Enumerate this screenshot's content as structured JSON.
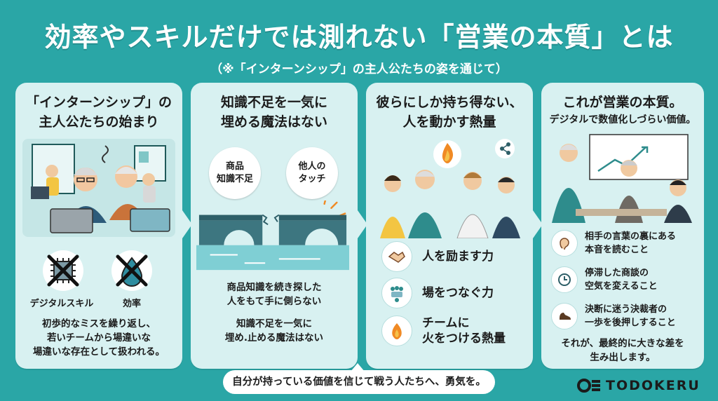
{
  "title": "効率やスキルだけでは測れない「営業の本質」とは",
  "subtitle": "（※「インターンシップ」の主人公たちの姿を通じて）",
  "panels": [
    {
      "title_line1": "「インターンシップ」の",
      "title_line2": "主人公たちの始まり",
      "icons": [
        {
          "label": "デジタルスキル",
          "icon": "chip-crossed-icon"
        },
        {
          "label": "効率",
          "icon": "drop-crossed-icon"
        }
      ],
      "text": [
        "初歩的なミスを繰り返し、",
        "若いチームから場違いな",
        "場違いな存在として扱われる。"
      ]
    },
    {
      "title_line1": "知識不足を一気に",
      "title_line2": "埋める魔法はない",
      "bubble_left": [
        "商品",
        "知識不足"
      ],
      "bubble_right": [
        "他人の",
        "タッチ"
      ],
      "text1": [
        "商品知識を続き探した",
        "人をもて手に側らない"
      ],
      "text2": [
        "知識不足を一気に",
        "埋め.止める魔法はない"
      ]
    },
    {
      "title_line1": "彼らにしか持ち得ない、",
      "title_line2": "人を動かす熱量",
      "rows": [
        "人を励ます力",
        "場をつなぐ力",
        [
          "チームに",
          "火をつける熱量"
        ]
      ]
    },
    {
      "title_line1": "これが営業の本質。",
      "title_line2": "デジタルで数値化しづらい価値。",
      "rows": [
        [
          "相手の言葉の裏にある",
          "本音を読むこと"
        ],
        [
          "停滞した商談の",
          "空気を変えること"
        ],
        [
          "決断に迷う決裁者の",
          "一歩を後押しすること"
        ]
      ],
      "closing": [
        "それが、最終的に大きな差を",
        "生み出します。"
      ]
    }
  ],
  "banner": "自分が持っている価値を信じて戦う人たちへ、勇気を。",
  "logo": "TODOKERU",
  "colors": {
    "background": "#2aa6a6",
    "panel": "#d8f1f1",
    "accent_orange": "#f08a24"
  }
}
